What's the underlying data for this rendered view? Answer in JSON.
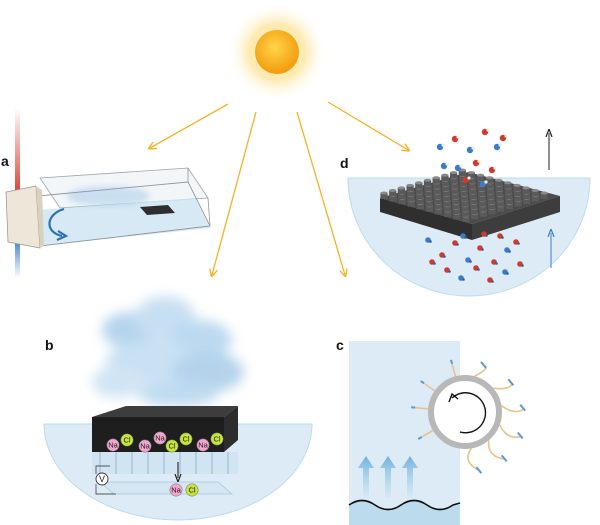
{
  "figure": {
    "panels": [
      {
        "id": "a",
        "label": "a"
      },
      {
        "id": "b",
        "label": "b"
      },
      {
        "id": "c",
        "label": "c"
      },
      {
        "id": "d",
        "label": "d"
      }
    ],
    "ions_top": [
      {
        "label": "Na",
        "kind": "sodium"
      },
      {
        "label": "Cl",
        "kind": "chloride"
      },
      {
        "label": "Na",
        "kind": "sodium"
      },
      {
        "label": "Na",
        "kind": "sodium"
      },
      {
        "label": "Cl",
        "kind": "chloride"
      },
      {
        "label": "Cl",
        "kind": "chloride"
      },
      {
        "label": "Na",
        "kind": "sodium"
      },
      {
        "label": "Cl",
        "kind": "chloride"
      }
    ],
    "ions_out": [
      {
        "label": "Na",
        "kind": "sodium"
      },
      {
        "label": "Cl",
        "kind": "chloride"
      }
    ],
    "voltage_label": "V",
    "colors": {
      "sun_core": "#fbb117",
      "sun_glow": "#fde7a6",
      "ray": "#f4b223",
      "water": "#d7ecf7",
      "water_edge": "#bcdcee",
      "sodium": "#f2a6cf",
      "chloride": "#c6e43a",
      "membrane": "#333333",
      "red_hot": "#d13a2a",
      "blue_cold": "#3a7cc7"
    }
  }
}
